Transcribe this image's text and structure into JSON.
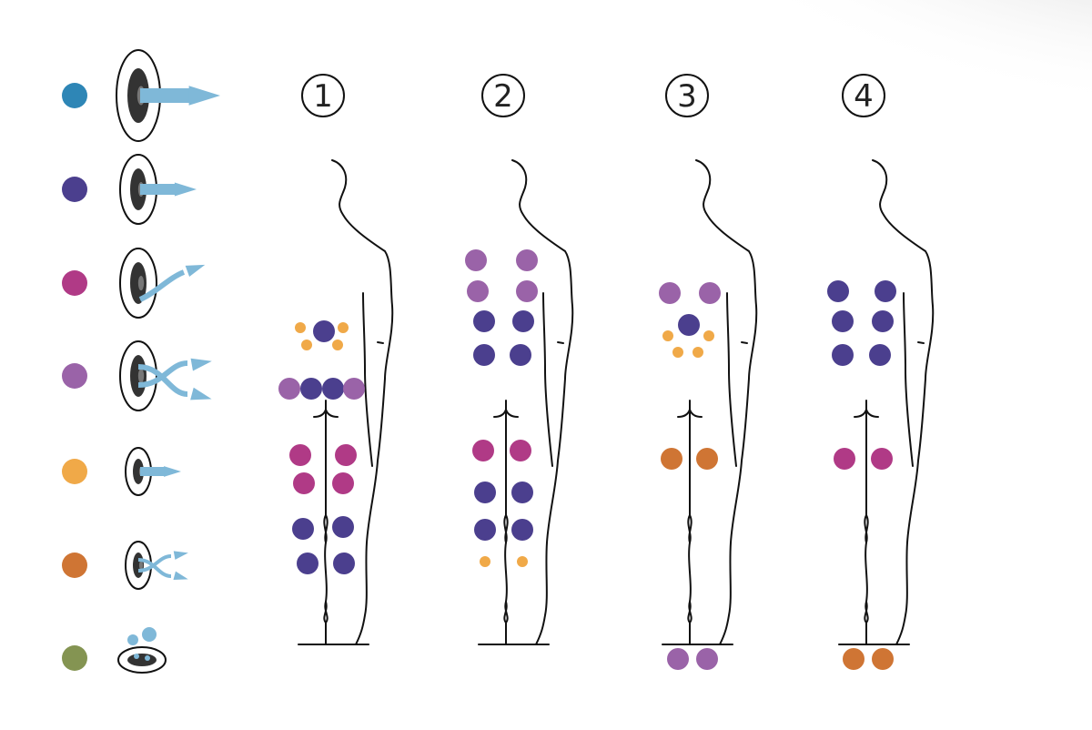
{
  "colors": {
    "teal_blue": "#2e86b6",
    "indigo": "#4b3f8e",
    "magenta": "#b03a86",
    "lavender": "#9a63a8",
    "amber": "#f0a948",
    "burnt_orange": "#cf7534",
    "olive": "#849452",
    "arrow": "#7fb8d8",
    "outline": "#111111"
  },
  "legend": [
    {
      "color_key": "teal_blue",
      "icon": "large-forward-arrow-icon"
    },
    {
      "color_key": "indigo",
      "icon": "medium-forward-arrow-icon"
    },
    {
      "color_key": "magenta",
      "icon": "curved-arrow-icon"
    },
    {
      "color_key": "lavender",
      "icon": "diverging-arrows-icon"
    },
    {
      "color_key": "amber",
      "icon": "small-forward-arrow-icon"
    },
    {
      "color_key": "burnt_orange",
      "icon": "small-diverging-arrows-icon"
    },
    {
      "color_key": "olive",
      "icon": "bubbles-icon"
    }
  ],
  "figures": [
    {
      "number": "①",
      "dots": [
        {
          "c": "amber",
          "s": "small"
        },
        {
          "c": "indigo",
          "s": "large"
        },
        {
          "c": "amber",
          "s": "small"
        },
        {
          "c": "amber",
          "s": "small"
        },
        {
          "c": "amber",
          "s": "small"
        },
        {
          "c": "lavender",
          "s": "large"
        },
        {
          "c": "indigo",
          "s": "large"
        },
        {
          "c": "indigo",
          "s": "large"
        },
        {
          "c": "lavender",
          "s": "large"
        },
        {
          "c": "magenta",
          "s": "large"
        },
        {
          "c": "magenta",
          "s": "large"
        },
        {
          "c": "magenta",
          "s": "large"
        },
        {
          "c": "magenta",
          "s": "large"
        },
        {
          "c": "indigo",
          "s": "large"
        },
        {
          "c": "indigo",
          "s": "large"
        },
        {
          "c": "indigo",
          "s": "large"
        },
        {
          "c": "indigo",
          "s": "large"
        }
      ]
    },
    {
      "number": "②",
      "dots": [
        {
          "c": "lavender",
          "s": "large"
        },
        {
          "c": "lavender",
          "s": "large"
        },
        {
          "c": "lavender",
          "s": "large"
        },
        {
          "c": "lavender",
          "s": "large"
        },
        {
          "c": "indigo",
          "s": "large"
        },
        {
          "c": "indigo",
          "s": "large"
        },
        {
          "c": "indigo",
          "s": "large"
        },
        {
          "c": "indigo",
          "s": "large"
        },
        {
          "c": "magenta",
          "s": "large"
        },
        {
          "c": "magenta",
          "s": "large"
        },
        {
          "c": "indigo",
          "s": "large"
        },
        {
          "c": "indigo",
          "s": "large"
        },
        {
          "c": "indigo",
          "s": "large"
        },
        {
          "c": "indigo",
          "s": "large"
        },
        {
          "c": "amber",
          "s": "small"
        },
        {
          "c": "amber",
          "s": "small"
        }
      ]
    },
    {
      "number": "③",
      "dots": [
        {
          "c": "lavender",
          "s": "large"
        },
        {
          "c": "lavender",
          "s": "large"
        },
        {
          "c": "indigo",
          "s": "large"
        },
        {
          "c": "amber",
          "s": "small"
        },
        {
          "c": "amber",
          "s": "small"
        },
        {
          "c": "amber",
          "s": "small"
        },
        {
          "c": "amber",
          "s": "small"
        },
        {
          "c": "burnt_orange",
          "s": "large"
        },
        {
          "c": "burnt_orange",
          "s": "large"
        },
        {
          "c": "lavender",
          "s": "large"
        },
        {
          "c": "lavender",
          "s": "large"
        }
      ]
    },
    {
      "number": "④",
      "dots": [
        {
          "c": "indigo",
          "s": "large"
        },
        {
          "c": "indigo",
          "s": "large"
        },
        {
          "c": "indigo",
          "s": "large"
        },
        {
          "c": "indigo",
          "s": "large"
        },
        {
          "c": "indigo",
          "s": "large"
        },
        {
          "c": "indigo",
          "s": "large"
        },
        {
          "c": "magenta",
          "s": "large"
        },
        {
          "c": "magenta",
          "s": "large"
        },
        {
          "c": "burnt_orange",
          "s": "large"
        },
        {
          "c": "burnt_orange",
          "s": "large"
        }
      ]
    }
  ]
}
